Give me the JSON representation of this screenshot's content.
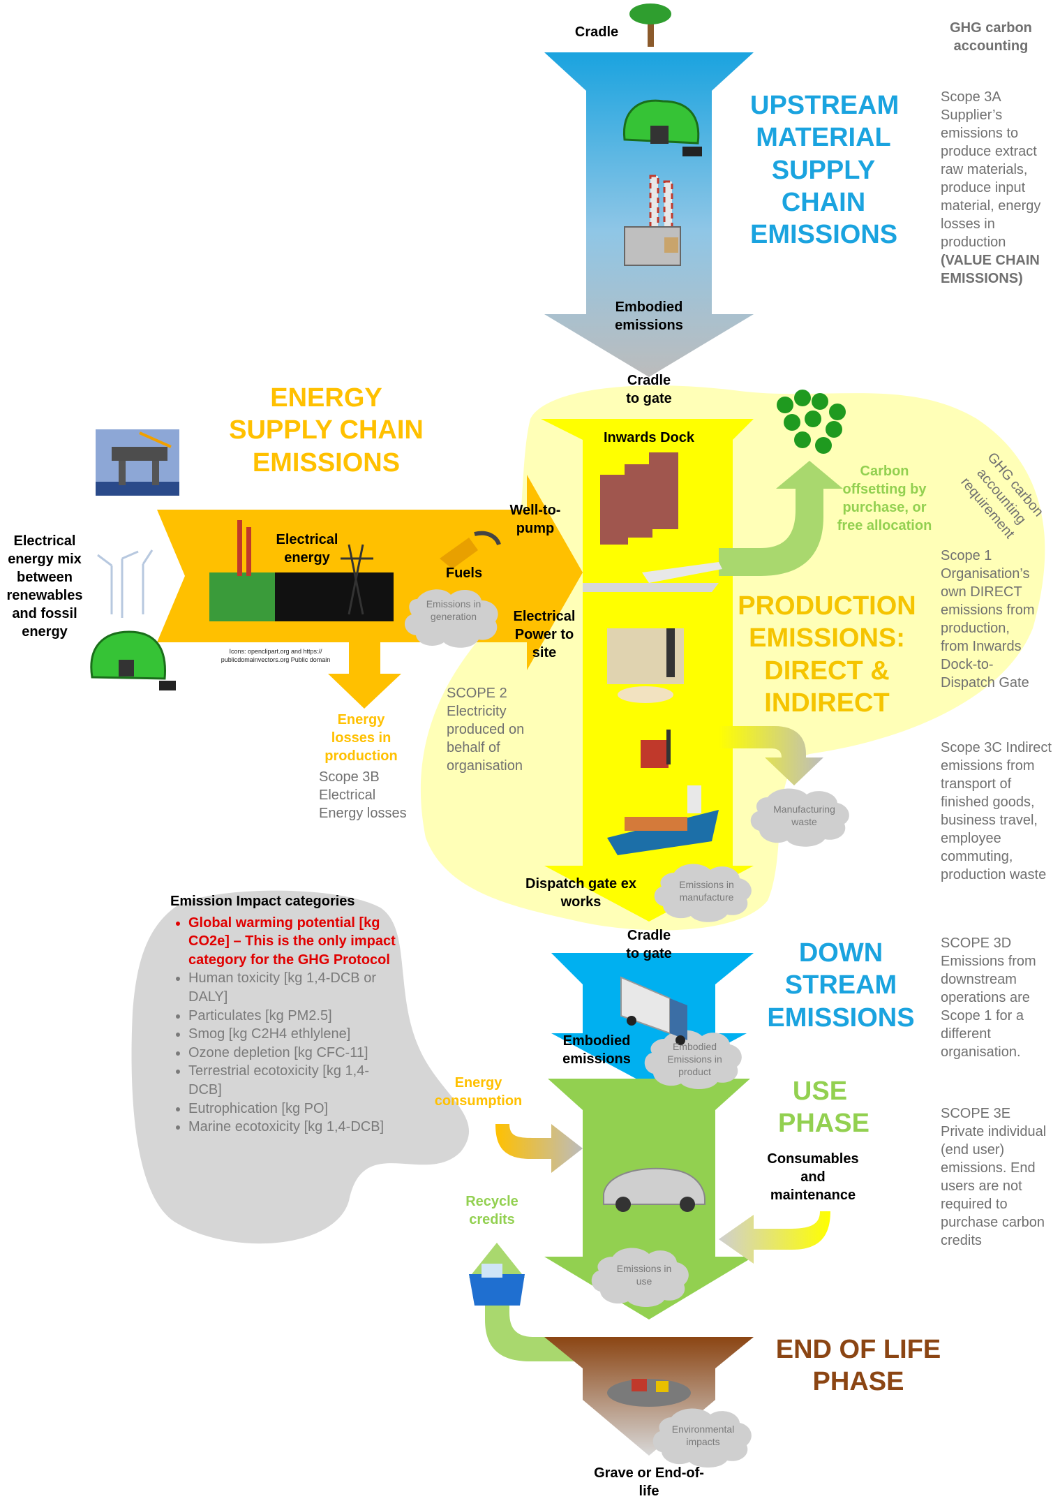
{
  "colors": {
    "upstream": "#1aa3df",
    "production": "#ffff00",
    "downstream": "#00b0f0",
    "use": "#92d050",
    "eol": "#8b4513",
    "energy": "#ffc000",
    "heading_blue": "#1aa3df",
    "heading_orange": "#ffc000",
    "heading_production": "#f5c400",
    "heading_use": "#92d050",
    "heading_eol": "#8b4513",
    "grey_text": "#707070",
    "highlight": "#e00000"
  },
  "headings": {
    "upstream": "UPSTREAM\nMATERIAL\nSUPPLY\nCHAIN\nEMISSIONS",
    "energy": "ENERGY\nSUPPLY CHAIN\nEMISSIONS",
    "production": "PRODUCTION\nEMISSIONS:\nDIRECT  &\nINDIRECT",
    "downstream": "DOWN\nSTREAM\nEMISSIONS",
    "use": "USE\nPHASE",
    "eol": "END OF LIFE\nPHASE"
  },
  "labels": {
    "cradle": "Cradle",
    "embodied_top": "Embodied\nemissions",
    "cradle_to_gate_1": "Cradle\nto gate",
    "inwards_dock": "Inwards Dock",
    "well_to_pump": "Well-to-\npump",
    "electrical_energy": "Electrical\nenergy",
    "fuels": "Fuels",
    "electrical_power": "Electrical\nPower to\nsite",
    "energy_mix": "Electrical\nenergy mix\nbetween\nrenewables\nand fossil\nenergy",
    "energy_losses": "Energy\nlosses in\nproduction",
    "carbon_offsetting": "Carbon\noffsetting by\npurchase, or\nfree allocation",
    "dispatch_gate": "Dispatch gate ex\nworks",
    "cradle_to_gate_2": "Cradle\nto gate",
    "embodied_down": "Embodied\nemissions",
    "energy_consumption": "Energy\nconsumption",
    "consumables": "Consumables\nand\nmaintenance",
    "recycle_credits": "Recycle\ncredits",
    "grave": "Grave or End-of-\nlife",
    "icons_credit": "Icons: openclipart.org and https://\npublicdomainvectors.org Public domain"
  },
  "clouds": {
    "generation": "Emissions in\ngeneration",
    "manufacturing_waste": "Manufacturing\nwaste",
    "manufacture": "Emissions in\nmanufacture",
    "product": "Embodied\nEmissions in\nproduct",
    "use": "Emissions in\nuse",
    "environmental": "Environmental\nimpacts"
  },
  "scopes": {
    "ghg_title": "GHG carbon\naccounting",
    "ghg_requirement": "GHG carbon\naccounting\nrequirement",
    "scope3a": "Scope 3A\nSupplier’s\nemissions to\nproduce extract\nraw materials,\nproduce input\nmaterial, energy\nlosses in\nproduction",
    "scope3a_bold": "(VALUE CHAIN\nEMISSIONS)",
    "scope1": "Scope 1\nOrganisation’s\nown DIRECT\nemissions from\nproduction,\nfrom Inwards\nDock-to-\nDispatch Gate",
    "scope2": "SCOPE 2\nElectricity\nproduced on\nbehalf of\norganisation",
    "scope3b": "Scope 3B\nElectrical\nEnergy losses",
    "scope3c": "Scope 3C Indirect\nemissions from\ntransport of\nfinished goods,\nbusiness travel,\nemployee\ncommuting,\nproduction waste",
    "scope3d": "SCOPE 3D\nEmissions from\ndownstream\noperations are\nScope 1 for a\ndifferent\norganisation.",
    "scope3e": "SCOPE 3E\nPrivate individual\n(end user)\nemissions. End\nusers are not\nrequired to\npurchase carbon\ncredits"
  },
  "legend": {
    "title": "Emission Impact categories",
    "items": [
      "Global warming potential [kg CO2e] – This is the only impact category for the GHG Protocol",
      "Human toxicity [kg 1,4-DCB or DALY]",
      "Particulates [kg PM2.5]",
      "Smog  [kg C2H4 ethlylene]",
      "Ozone depletion [kg CFC-11]",
      "Terrestrial ecotoxicity  [kg 1,4-DCB]",
      "Eutrophication  [kg PO]",
      "Marine ecotoxicity  [kg 1,4-DCB]"
    ]
  },
  "icons": [
    "tree-icon",
    "mine-icon",
    "power-plant-icon",
    "oil-rig-icon",
    "wind-turbine-icon",
    "pylon-icon",
    "fuel-pump-icon",
    "buildings-icon",
    "airplane-icon",
    "factory-icon",
    "forklift-icon",
    "ship-icon",
    "forest-icon",
    "truck-icon",
    "car-icon",
    "recycle-bin-icon",
    "scrap-icon"
  ]
}
